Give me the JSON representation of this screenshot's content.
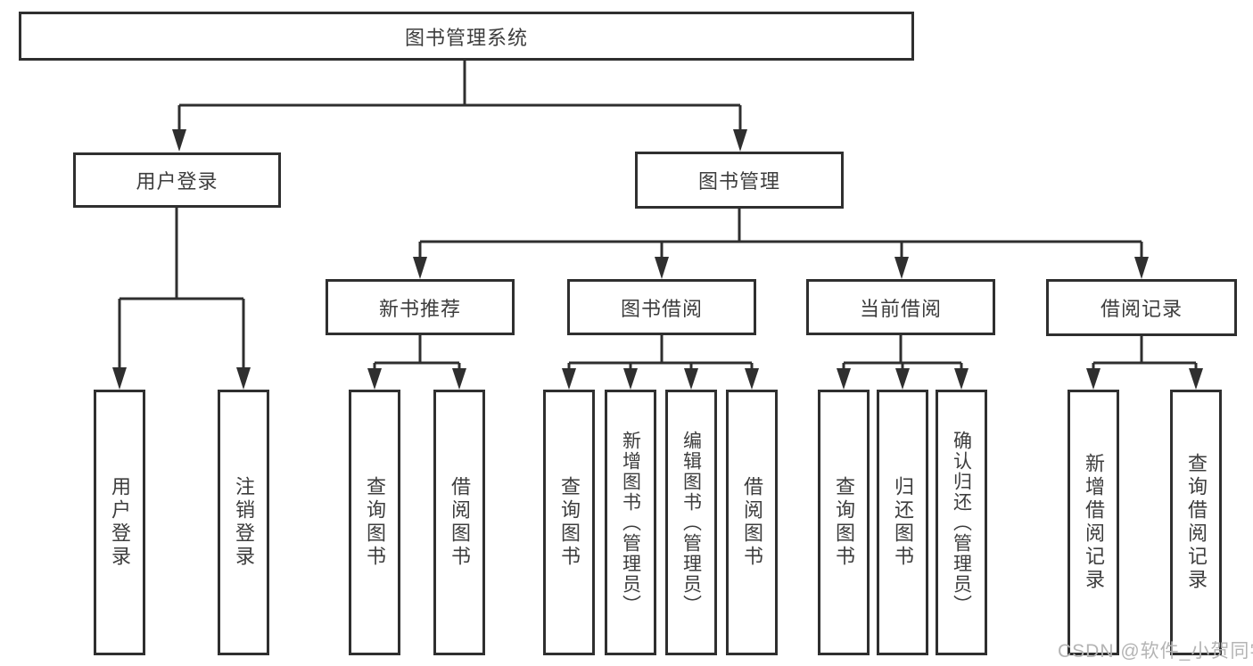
{
  "tree": {
    "label": "图书管理系统",
    "children": [
      {
        "label": "用户登录",
        "children": [
          {
            "label": "用户登录"
          },
          {
            "label": "注销登录"
          }
        ]
      },
      {
        "label": "图书管理",
        "children": [
          {
            "label": "新书推荐",
            "children": [
              {
                "label": "查询图书"
              },
              {
                "label": "借阅图书"
              }
            ]
          },
          {
            "label": "图书借阅",
            "children": [
              {
                "label": "查询图书"
              },
              {
                "label": "新增图书（管理员）"
              },
              {
                "label": "编辑图书（管理员）"
              },
              {
                "label": "借阅图书"
              }
            ]
          },
          {
            "label": "当前借阅",
            "children": [
              {
                "label": "查询图书"
              },
              {
                "label": "归还图书"
              },
              {
                "label": "确认归还（管理员）"
              }
            ]
          },
          {
            "label": "借阅记录",
            "children": [
              {
                "label": "新增借阅记录"
              },
              {
                "label": "查询借阅记录"
              }
            ]
          }
        ]
      }
    ]
  },
  "watermark": {
    "text": "CSDN @软件_小贺同学"
  },
  "colors": {
    "line": "#2f2f2f",
    "box_border": "#2f2f2f",
    "box_fill": "#ffffff",
    "text": "#3d3d3d",
    "watermark": "#b4b4b4",
    "background": "#ffffff"
  }
}
